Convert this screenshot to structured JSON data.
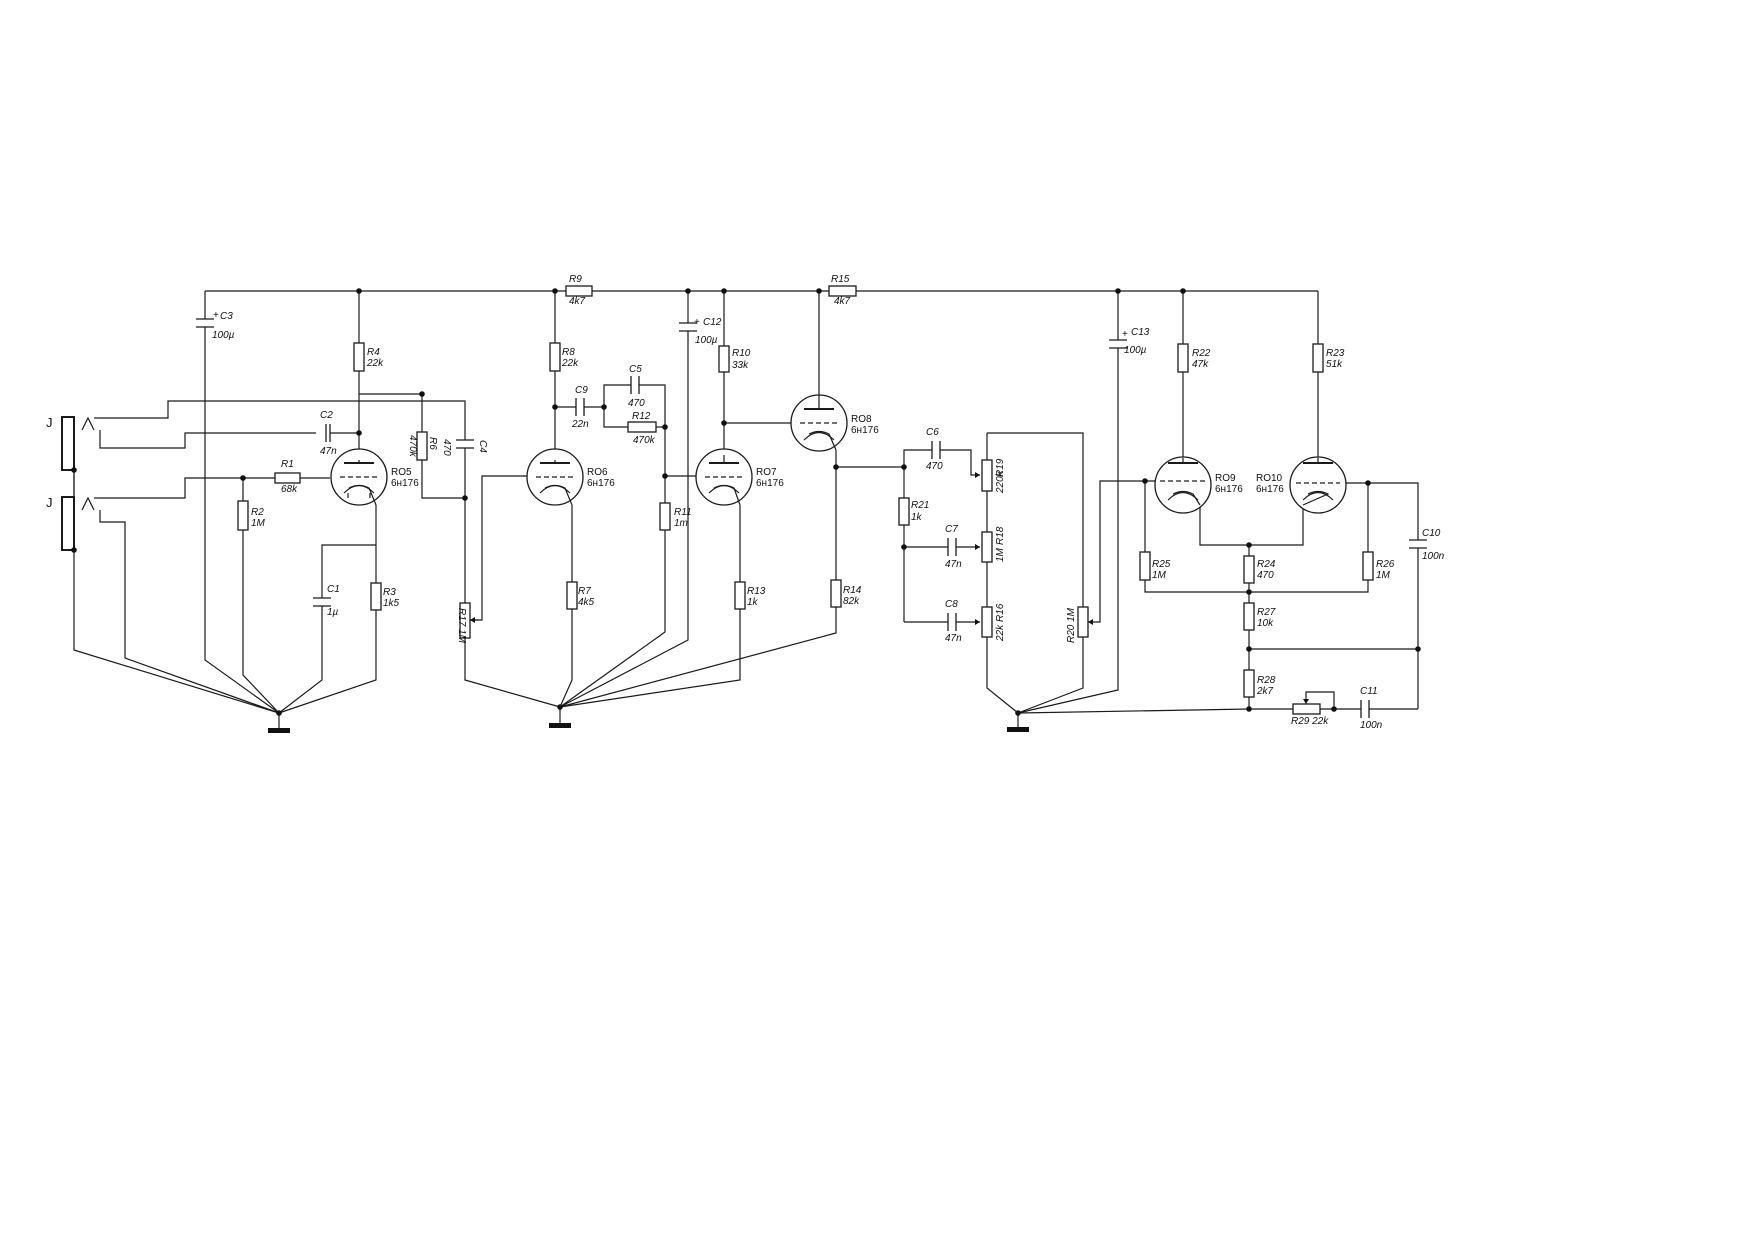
{
  "labels": {
    "R1": "R1",
    "R1v": "68k",
    "R2": "R2",
    "R2v": "1M",
    "R3": "R3",
    "R3v": "1k5",
    "R4": "R4",
    "R4v": "22k",
    "R6": "R6",
    "R6v": "470k",
    "R7": "R7",
    "R7v": "4k5",
    "R8": "R8",
    "R8v": "22k",
    "R9": "R9",
    "R9v": "4k7",
    "R10": "R10",
    "R10v": "33k",
    "R11": "R11",
    "R11v": "1m",
    "R12": "R12",
    "R12v": "470k",
    "R13": "R13",
    "R13v": "1k",
    "R14": "R14",
    "R14v": "82k",
    "R15": "R15",
    "R15v": "4k7",
    "R16": "R16",
    "R16v": "22k",
    "R17": "R17 1M",
    "R18": "R18",
    "R18v": "1M",
    "R19": "R19",
    "R19v": "220k",
    "R20": "R20 1M",
    "R21": "R21",
    "R21v": "1k",
    "R22": "R22",
    "R22v": "47k",
    "R23": "R23",
    "R23v": "51k",
    "R24": "R24",
    "R24v": "470",
    "R25": "R25",
    "R25v": "1M",
    "R26": "R26",
    "R26v": "1M",
    "R27": "R27",
    "R27v": "10k",
    "R28": "R28",
    "R28v": "2k7",
    "R29": "R29 22k",
    "C1": "C1",
    "C1v": "1µ",
    "C2": "C2",
    "C2v": "47n",
    "C3": "C3",
    "C3v": "100µ",
    "C4": "C4",
    "C4v": "470",
    "C5": "C5",
    "C5v": "470",
    "C6": "C6",
    "C6v": "470",
    "C7": "C7",
    "C7v": "47n",
    "C8": "C8",
    "C8v": "47n",
    "C9": "C9",
    "C9v": "22n",
    "C10": "C10",
    "C10v": "100n",
    "C11": "C11",
    "C11v": "100n",
    "C12": "C12",
    "C12v": "100µ",
    "C13": "C13",
    "C13v": "100µ",
    "J1": "J",
    "J2": "J"
  },
  "tubes": {
    "RO5": {
      "name": "RO5",
      "type": "6н176"
    },
    "RO6": {
      "name": "RO6",
      "type": "6н176"
    },
    "RO7": {
      "name": "RO7",
      "type": "6н176"
    },
    "RO8": {
      "name": "RO8",
      "type": "6н176"
    },
    "RO9": {
      "name": "RO9",
      "type": "6н176"
    },
    "RO10": {
      "name": "RO10",
      "type": "6н176"
    }
  },
  "polarity": "+"
}
